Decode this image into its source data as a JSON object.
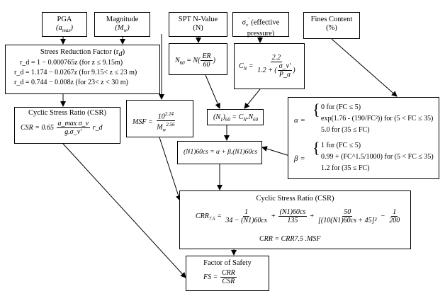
{
  "pga": {
    "title": "PGA",
    "symbol": "(a",
    "symbol_sub": "max",
    "symbol_end": ")"
  },
  "magnitude": {
    "title": "Magnitude",
    "symbol": "(M",
    "symbol_sub": "w",
    "symbol_end": ")"
  },
  "spt": {
    "title": "SPT N-Value",
    "symbol": "(N)"
  },
  "sigma": {
    "title_symbol": "σ",
    "title_sub": "v",
    "title_sup": "'",
    "title_text": " (effective",
    "title_line2": "pressure)"
  },
  "fines": {
    "title": "Fines Content",
    "unit": "(%)"
  },
  "rd": {
    "title": "Strees Reduction Factor (r",
    "title_sub": "d",
    "title_end": ")",
    "lines": [
      "r_d = 1 − 0.000765z (for z ≤ 9.15m)",
      "r_d = 1.174 − 0.0267z (for 9.15< z ≤ 23 m)",
      "r_d = 0.744 − 0.008z (for 23< z < 30 m)"
    ]
  },
  "csr": {
    "title": "Cyclic Stress Ratio (CSR)",
    "lhs": "CSR = 0.65",
    "num": "a_max σ_v",
    "den": "g.σ_v'",
    "tail": "r_d"
  },
  "n60": {
    "lhs": "N",
    "lhs_sub": "60",
    "eq": " = N",
    "num": "ER",
    "den": "60"
  },
  "cn": {
    "lhs": "C",
    "lhs_sub": "N",
    "eq": " =",
    "num": "2.2",
    "den_a": "1.2 +",
    "den_num": "σ_v'",
    "den_den": "P_a"
  },
  "msf": {
    "lhs": "MSF =",
    "num_base": "10",
    "num_exp": "2.24",
    "den_base": "M",
    "den_sub": "w",
    "den_exp": "2.56"
  },
  "n160": {
    "text_a": "(N",
    "text_sub": "1",
    "text_b": ")",
    "text_sub2": "60",
    "text_c": " = C",
    "text_sub3": "N",
    "text_d": ".N",
    "text_sub4": "60"
  },
  "n160cs": {
    "text": "(N1)60cs = α + β.(N1)60cs"
  },
  "fc": {
    "alpha_lines": [
      "0  for (FC ≤ 5)",
      "exp(1.76 - (190/FC²)) for (5 < FC ≤ 35)",
      "5.0  for (35 ≤ FC)"
    ],
    "beta_lines": [
      "1  for (FC ≤ 5)",
      "0.99 + (FC^1.5/1000) for (5 < FC ≤ 35)",
      "1.2 for (35 ≤ FC)"
    ],
    "alpha": "α =",
    "beta": "β ="
  },
  "crr": {
    "title": "Cyclic Stress Ratio (CSR)",
    "lhs": "CRR",
    "lhs_sub": "7.5",
    "t1_num": "1",
    "t1_den": "34 − (N1)60cs",
    "t2_num": "(N1)60cs",
    "t2_den": "135",
    "t3_num": "50",
    "t3_den": "[(10(N1)60cs + 45]²",
    "t4_num": "1",
    "t4_den": "200",
    "line2": "CRR = CRR7.5 .MSF"
  },
  "fs": {
    "title": "Factor of Safety",
    "lhs": "FS =",
    "num": "CRR",
    "den": "CSR"
  }
}
